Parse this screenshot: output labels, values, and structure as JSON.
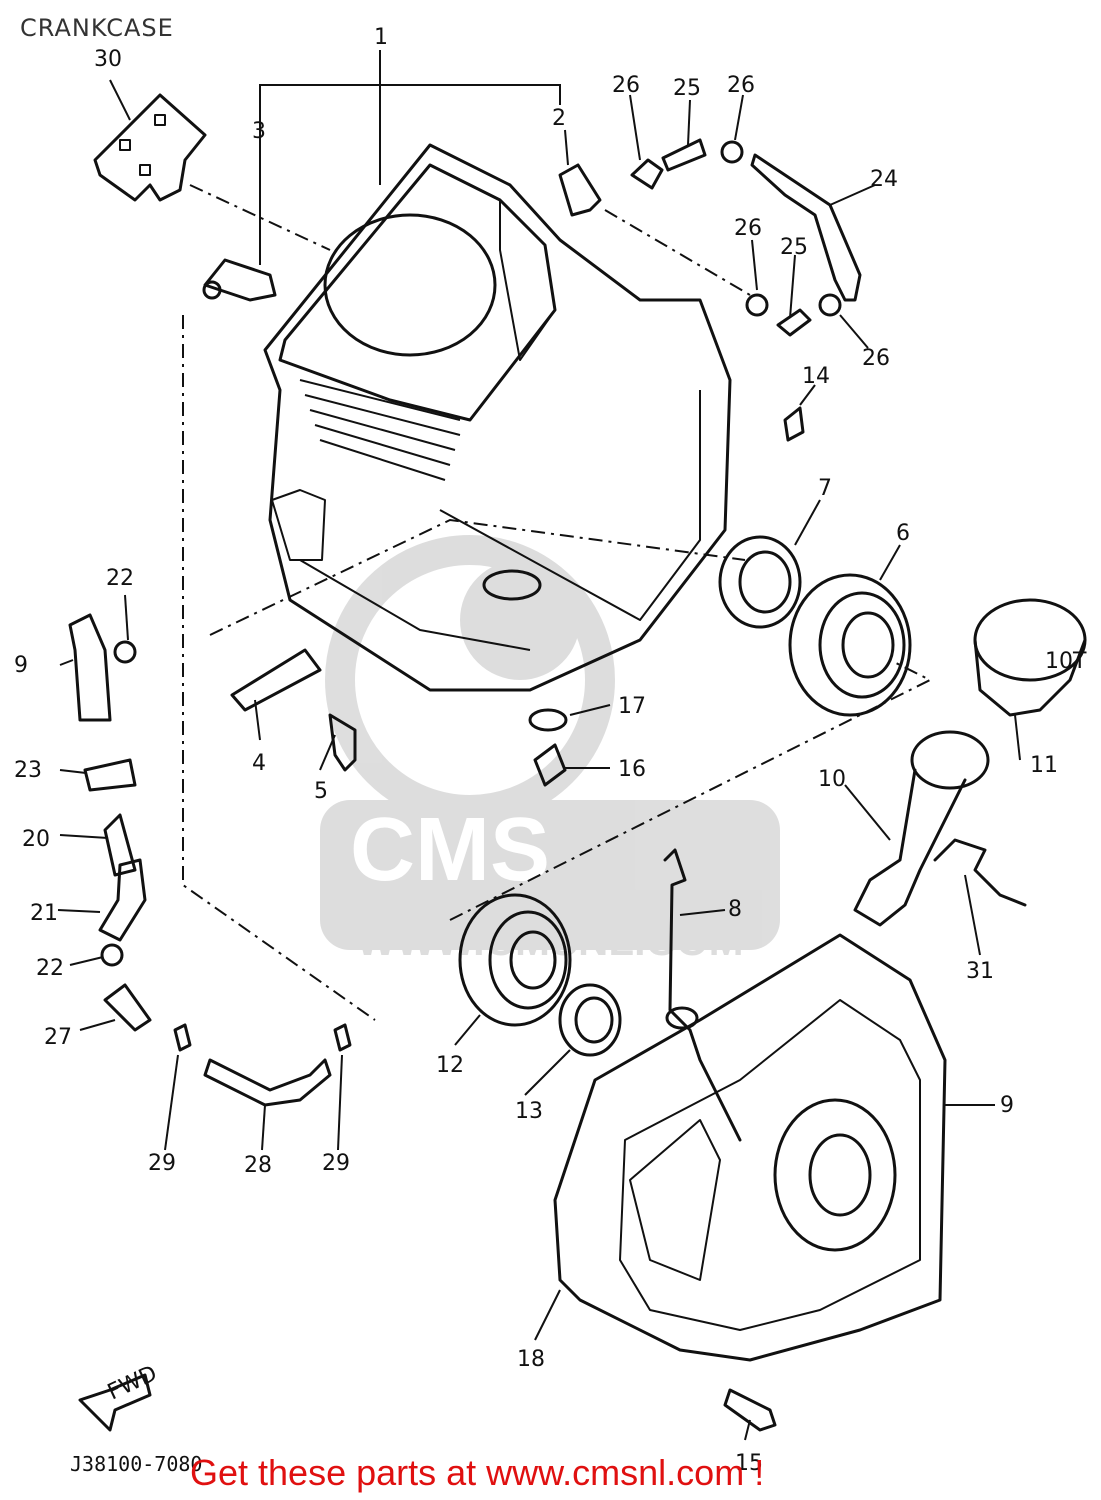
{
  "page": {
    "title": "CRANKCASE",
    "drawing_code": "J38100-7080",
    "promo_text": "Get these parts at www.cmsnl.com !",
    "watermark_logo": "CMS",
    "watermark_url": "WWW.CMSNL.COM",
    "accent_color": "#e01010"
  },
  "callouts": [
    {
      "id": "c1",
      "label": "1"
    },
    {
      "id": "c2",
      "label": "2"
    },
    {
      "id": "c3",
      "label": "3"
    },
    {
      "id": "c4",
      "label": "4"
    },
    {
      "id": "c5",
      "label": "5"
    },
    {
      "id": "c6",
      "label": "6"
    },
    {
      "id": "c7",
      "label": "7"
    },
    {
      "id": "c8",
      "label": "8"
    },
    {
      "id": "c9a",
      "label": "9"
    },
    {
      "id": "c9b",
      "label": "9"
    },
    {
      "id": "c10",
      "label": "10"
    },
    {
      "id": "c11",
      "label": "11"
    },
    {
      "id": "c12",
      "label": "12"
    },
    {
      "id": "c13",
      "label": "13"
    },
    {
      "id": "c14",
      "label": "14"
    },
    {
      "id": "c15",
      "label": "15"
    },
    {
      "id": "c16",
      "label": "16"
    },
    {
      "id": "c17",
      "label": "17"
    },
    {
      "id": "c18",
      "label": "18"
    },
    {
      "id": "c20",
      "label": "20"
    },
    {
      "id": "c21",
      "label": "21"
    },
    {
      "id": "c22a",
      "label": "22"
    },
    {
      "id": "c22b",
      "label": "22"
    },
    {
      "id": "c23",
      "label": "23"
    },
    {
      "id": "c24",
      "label": "24"
    },
    {
      "id": "c25a",
      "label": "25"
    },
    {
      "id": "c25b",
      "label": "25"
    },
    {
      "id": "c26a",
      "label": "26"
    },
    {
      "id": "c26b",
      "label": "26"
    },
    {
      "id": "c26c",
      "label": "26"
    },
    {
      "id": "c26d",
      "label": "26"
    },
    {
      "id": "c27",
      "label": "27"
    },
    {
      "id": "c28",
      "label": "28"
    },
    {
      "id": "c29a",
      "label": "29"
    },
    {
      "id": "c29b",
      "label": "29"
    },
    {
      "id": "c30",
      "label": "30"
    },
    {
      "id": "c31",
      "label": "31"
    }
  ],
  "markings": {
    "filter_cap": "10T",
    "fwd_arrow": "FWD"
  }
}
